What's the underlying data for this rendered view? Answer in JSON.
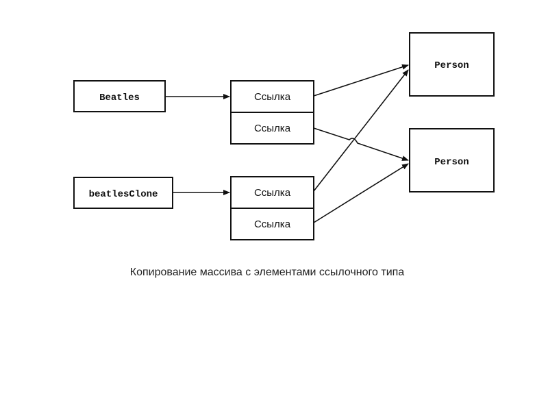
{
  "diagram": {
    "variables": {
      "beatles": "Beatles",
      "beatles_clone": "beatlesClone"
    },
    "array1": [
      "Ссылка",
      "Ссылка"
    ],
    "array2": [
      "Ссылка",
      "Ссылка"
    ],
    "objects": [
      "Person",
      "Person"
    ]
  },
  "caption": "Копирование массива с элементами ссылочного типа",
  "colors": {
    "stroke": "#111111",
    "background": "#ffffff"
  }
}
